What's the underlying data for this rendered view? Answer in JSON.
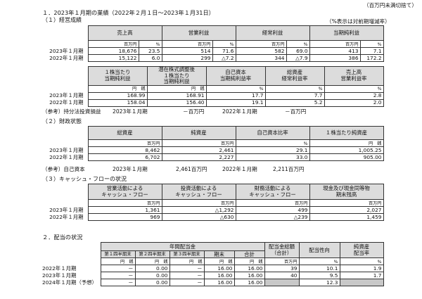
{
  "units_note": "（百万円未満切捨て）",
  "heading1": "１．2023年１月期の業績（2022年２月１日～2023年１月31日）",
  "results": {
    "title": "（１）経営成績",
    "pct_note": "（%表示は対前期増減率）",
    "headers": [
      "売上高",
      "営業利益",
      "経常利益",
      "当期純利益"
    ],
    "unit_row": [
      "百万円",
      "%",
      "百万円",
      "%",
      "百万円",
      "%",
      "百万円",
      "%"
    ],
    "rows": [
      {
        "label": "2023年１月期",
        "cells": [
          "18,676",
          "23.5",
          "514",
          "71.6",
          "582",
          "69.0",
          "413",
          "7.1"
        ]
      },
      {
        "label": "2022年１月期",
        "cells": [
          "15,122",
          "6.0",
          "299",
          "△7.2",
          "344",
          "△7.9",
          "386",
          "172.2"
        ]
      }
    ],
    "headers2": [
      [
        "１株当たり",
        "当期純利益"
      ],
      [
        "潜在株式調整後",
        "１株当たり",
        "当期純利益"
      ],
      [
        "自己資本",
        "当期純利益率"
      ],
      [
        "総資産",
        "経常利益率"
      ],
      [
        "売上高",
        "営業利益率"
      ]
    ],
    "unit_row2": [
      [
        "円",
        "銭"
      ],
      [
        "円",
        "銭"
      ],
      [
        "%"
      ],
      [
        "%"
      ],
      [
        "%"
      ]
    ],
    "rows2": [
      {
        "label": "2023年１月期",
        "cells": [
          "168.99",
          "168.91",
          "17.7",
          "7.7",
          "2.8"
        ]
      },
      {
        "label": "2022年１月期",
        "cells": [
          "158.04",
          "156.40",
          "19.1",
          "5.2",
          "2.0"
        ]
      }
    ],
    "ref": [
      "（参考）持分法投資損益",
      "2023年１月期",
      "－百万円",
      "2022年１月期",
      "－百万円"
    ]
  },
  "financial": {
    "title": "（２）財政状態",
    "headers": [
      "総資産",
      "純資産",
      "自己資本比率",
      "１株当たり純資産"
    ],
    "unit_row": [
      "百万円",
      "百万円",
      "%",
      "円　銭"
    ],
    "rows": [
      {
        "label": "2023年１月期",
        "cells": [
          "8,462",
          "2,461",
          "29.1",
          "1,005.25"
        ]
      },
      {
        "label": "2022年１月期",
        "cells": [
          "6,702",
          "2,227",
          "33.0",
          "905.00"
        ]
      }
    ],
    "ref": [
      "（参考）自己資本",
      "2023年１月期",
      "2,461百万円",
      "2022年１月期",
      "2,211百万円"
    ]
  },
  "cashflow": {
    "title": "（３）キャッシュ・フローの状況",
    "headers": [
      [
        "営業活動による",
        "キャッシュ・フロー"
      ],
      [
        "投資活動による",
        "キャッシュ・フロー"
      ],
      [
        "財務活動による",
        "キャッシュ・フロー"
      ],
      [
        "現金及び現金同等物",
        "期末残高"
      ]
    ],
    "unit_row": [
      "百万円",
      "百万円",
      "百万円",
      "百万円"
    ],
    "rows": [
      {
        "label": "2023年１月期",
        "cells": [
          "1,361",
          "△1,292",
          "499",
          "2,027"
        ]
      },
      {
        "label": "2022年１月期",
        "cells": [
          "969",
          "△630",
          "△239",
          "1,459"
        ]
      }
    ]
  },
  "dividends": {
    "heading": "２．配当の状況",
    "annual_header": "年間配当金",
    "sub_headers": [
      "第１四半期末",
      "第２四半期末",
      "第３四半期末",
      "期末",
      "合計"
    ],
    "total_header": [
      "配当金総額",
      "（合計）"
    ],
    "payout_header": "配当性向",
    "ratio_header": [
      "純資産",
      "配当率"
    ],
    "unit_row": [
      [
        "円",
        "銭"
      ],
      [
        "円",
        "銭"
      ],
      [
        "円",
        "銭"
      ],
      [
        "円",
        "銭"
      ],
      [
        "円",
        "銭"
      ],
      [
        "百万円"
      ],
      [
        "%"
      ],
      [
        "%"
      ]
    ],
    "rows": [
      {
        "label": "2022年１月期",
        "cells": [
          "－",
          "0.00",
          "－",
          "16.00",
          "16.00",
          "39",
          "10.1",
          "1.9"
        ]
      },
      {
        "label": "2023年１月期",
        "cells": [
          "－",
          "0.00",
          "－",
          "16.00",
          "16.00",
          "40",
          "9.5",
          "1.7"
        ]
      },
      {
        "label": "2024年１月期（予想）",
        "cells": [
          "－",
          "0.00",
          "－",
          "16.00",
          "16.00",
          "",
          "12.3",
          ""
        ]
      }
    ]
  }
}
